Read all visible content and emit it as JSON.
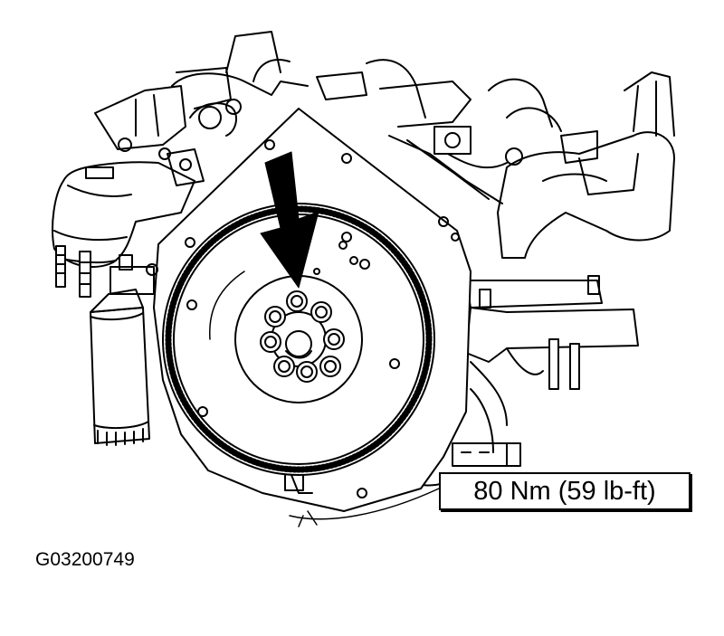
{
  "callout": {
    "torque_label": "80 Nm (59 lb-ft)"
  },
  "figure": {
    "id": "G03200749"
  },
  "illustration": {
    "subject": "flywheel-bolts",
    "bolt_count": 8,
    "line_color": "#000000",
    "background_color": "#ffffff"
  }
}
